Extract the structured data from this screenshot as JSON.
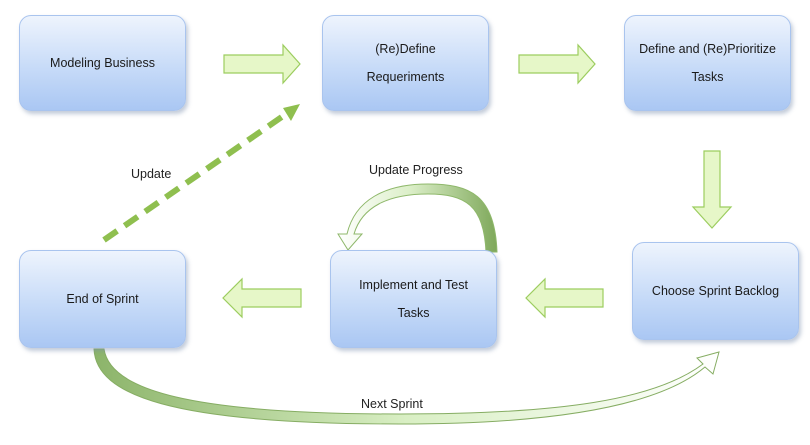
{
  "nodes": {
    "modeling_business": {
      "text": "Modeling Business"
    },
    "redefine_requirements": {
      "line1": "(Re)Define",
      "line2": "Requeriments"
    },
    "define_prioritize_tasks": {
      "line1": "Define and (Re)Prioritize",
      "line2": "Tasks"
    },
    "choose_sprint_backlog": {
      "text": "Choose Sprint Backlog"
    },
    "implement_test_tasks": {
      "line1": "Implement and Test",
      "line2": "Tasks"
    },
    "end_of_sprint": {
      "text": "End of Sprint"
    }
  },
  "edge_labels": {
    "update": "Update",
    "update_progress": "Update Progress",
    "next_sprint": "Next Sprint"
  },
  "colors": {
    "arrow_fill": "#e6f7c8",
    "arrow_stroke": "#9ccd5f",
    "dashed_arrow": "#8fbf4f",
    "curve_dark": "#7ea85a",
    "node_border": "#a9c4ee"
  }
}
